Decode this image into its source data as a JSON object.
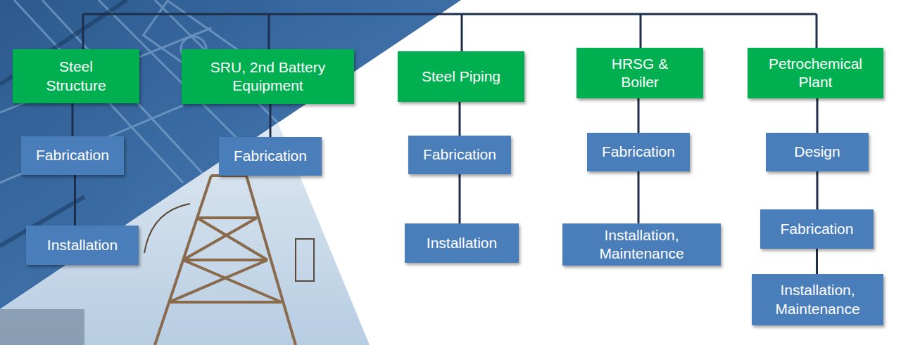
{
  "diagram": {
    "nodes": [
      {
        "text": [
          "Steel Structure"
        ]
      },
      {
        "text": [
          "Fabrication"
        ]
      },
      {
        "text": [
          "Installation"
        ]
      },
      {
        "text": [
          "SRU, 2nd Battery Equipment"
        ]
      },
      {
        "text": [
          "Fabrication"
        ]
      },
      {
        "text": [
          "Steel Piping"
        ]
      },
      {
        "text": [
          "Fabrication"
        ]
      },
      {
        "text": [
          "Installation"
        ]
      },
      {
        "text": [
          "HRSG & Boiler"
        ]
      },
      {
        "text": [
          "Fabrication"
        ]
      },
      {
        "text": [
          "Installation, Maintenance"
        ]
      },
      {
        "text": [
          "Petrochemical Plant"
        ]
      },
      {
        "text": [
          "Design"
        ]
      },
      {
        "text": [
          "Fabrication"
        ]
      },
      {
        "text": [
          "Installation, Maintenance"
        ]
      }
    ],
    "edges": [
      {
        "from": 0,
        "to": 1,
        "arrow": "none"
      },
      {
        "from": 1,
        "to": 2,
        "arrow": "none"
      },
      {
        "from": 3,
        "to": 4,
        "arrow": "none"
      },
      {
        "from": 5,
        "to": 6,
        "arrow": "none"
      },
      {
        "from": 6,
        "to": 7,
        "arrow": "none"
      },
      {
        "from": 8,
        "to": 9,
        "arrow": "none"
      },
      {
        "from": 9,
        "to": 10,
        "arrow": "none"
      },
      {
        "from": 11,
        "to": 12,
        "arrow": "none"
      },
      {
        "from": 12,
        "to": 13,
        "arrow": "none"
      },
      {
        "from": 13,
        "to": 14,
        "arrow": "none"
      }
    ]
  }
}
